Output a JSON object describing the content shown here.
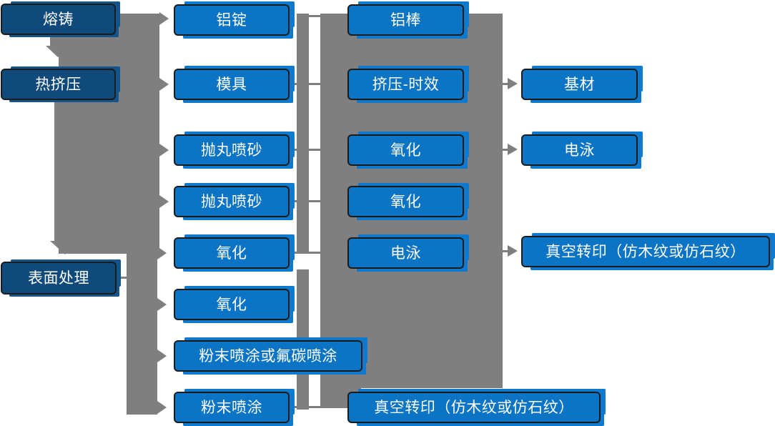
{
  "colors": {
    "node_blue": "#0b74c5",
    "node_dark_blue": "#0f4a7a",
    "connector_gray": "#7f7f7f",
    "node_border": "#1b1b1b",
    "node_text": "#ffffff",
    "background": "#ffffff"
  },
  "nodes": {
    "melting_casting": "熔铸",
    "hot_extrusion": "热挤压",
    "surface_treatment": "表面处理",
    "aluminum_ingot": "铝锭",
    "mold": "模具",
    "shot_blasting_1": "抛丸喷砂",
    "shot_blasting_2": "抛丸喷砂",
    "oxidation_c2_1": "氧化",
    "oxidation_c2_2": "氧化",
    "powder_or_fluorocarbon_coating": "粉末喷涂或氟碳喷涂",
    "powder_coating": "粉末喷涂",
    "aluminum_rod": "铝棒",
    "extrusion_aging": "挤压-时效",
    "oxidation_c3_1": "氧化",
    "oxidation_c3_2": "氧化",
    "electrophoresis_c3": "电泳",
    "vacuum_transfer_c3": "真空转印（仿木纹或仿石纹）",
    "base_material": "基材",
    "electrophoresis_c4": "电泳",
    "vacuum_transfer_c4": "真空转印（仿木纹或仿石纹）"
  }
}
